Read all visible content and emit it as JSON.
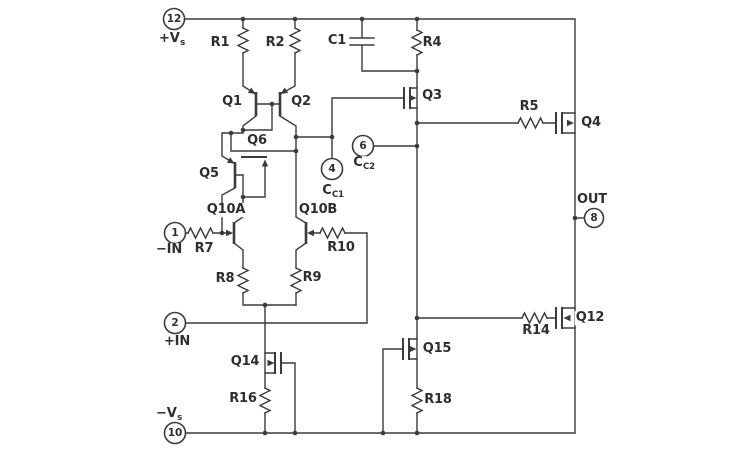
{
  "colors": {
    "line": "#3b3b3b",
    "text": "#2e2e2e",
    "background": "#ffffff"
  },
  "pins": {
    "p12": {
      "number": "12",
      "name": "+V",
      "sub": "s"
    },
    "p1": {
      "number": "1",
      "name": "−IN"
    },
    "p2": {
      "number": "2",
      "name": "+IN"
    },
    "p4": {
      "number": "4",
      "name": "C",
      "sub": "C1"
    },
    "p6": {
      "number": "6",
      "name": "C",
      "sub": "C2"
    },
    "p8": {
      "number": "8",
      "name": "OUT"
    },
    "p10": {
      "number": "10",
      "name": "−V",
      "sub": "s"
    }
  },
  "components": {
    "r1": "R1",
    "r2": "R2",
    "c1": "C1",
    "r4": "R4",
    "r5": "R5",
    "r7": "R7",
    "r8": "R8",
    "r9": "R9",
    "r10": "R10",
    "r14": "R14",
    "r16": "R16",
    "r18": "R18",
    "q1": "Q1",
    "q2": "Q2",
    "q3": "Q3",
    "q4": "Q4",
    "q5": "Q5",
    "q6": "Q6",
    "q10a": "Q10A",
    "q10b": "Q10B",
    "q12": "Q12",
    "q14": "Q14",
    "q15": "Q15"
  }
}
